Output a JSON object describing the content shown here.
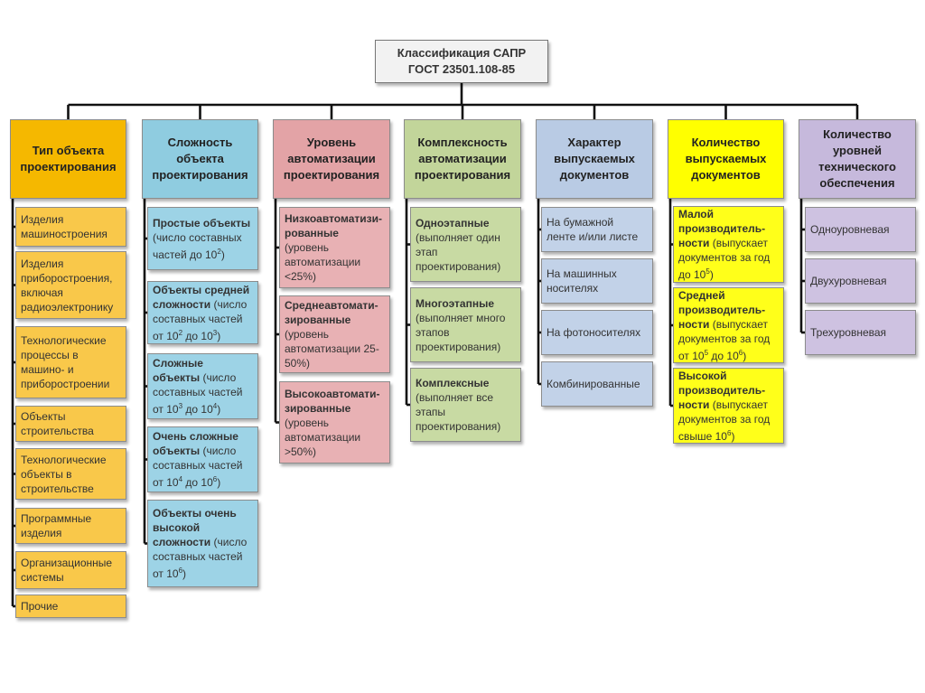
{
  "root": {
    "line1": "Классификация САПР",
    "line2": "ГОСТ 23501.108-85"
  },
  "columns": [
    {
      "header": "Тип объекта\nпроектирования",
      "items": [
        "Изделия\nмашиностроения",
        "Изделия\nприборостроения,\nвключая\nрадиоэлектронику",
        "Технологические\nпроцессы в\nмашино- и\nприборостроении",
        "Объекты\nстроительства",
        "Технологические\nобъекты в\nстроительстве",
        "Программные\nизделия",
        "Организационные\nсистемы",
        "Прочие"
      ]
    },
    {
      "header": "Сложность\nобъекта\nпроектирования",
      "items": [
        {
          "bold": "Простые объекты",
          "rest": " (число составных частей до 10",
          "sup": "2",
          "tail": ")"
        },
        {
          "bold": "Объекты средней сложности",
          "rest": " (число составных частей от 10",
          "sup": "2",
          "mid": " до 10",
          "sup2": "3",
          "tail": ")"
        },
        {
          "bold": "Сложные объекты",
          "rest": " (число составных частей от 10",
          "sup": "3",
          "mid": " до 10",
          "sup2": "4",
          "tail": ")"
        },
        {
          "bold": "Очень сложные объекты",
          "rest": " (число составных частей от 10",
          "sup": "4",
          "mid": " до 10",
          "sup2": "6",
          "tail": ")"
        },
        {
          "bold": "Объекты очень высокой сложности",
          "rest": " (число составных частей от 10",
          "sup": "6",
          "tail": ")"
        }
      ]
    },
    {
      "header": "Уровень\nавтоматизации\nпроектирования",
      "items": [
        {
          "bold": "Низкоавтоматизи-\nрованные",
          "rest": "\n(уровень автоматизации <25%)"
        },
        {
          "bold": "Среднеавтомати-\nзированные",
          "rest": "\n(уровень автоматизации 25-50%)"
        },
        {
          "bold": "Высокоавтомати-\nзированные",
          "rest": "\n(уровень автоматизации >50%)"
        }
      ]
    },
    {
      "header": "Комплексность\nавтоматизации\nпроектирования",
      "items": [
        {
          "bold": "Одноэтапные",
          "rest": "\n(выполняет один этап проектирования)"
        },
        {
          "bold": "Многоэтапные",
          "rest": "\n(выполняет много этапов проектирования)"
        },
        {
          "bold": "Комплексные",
          "rest": "\n(выполняет все этапы проектирования)"
        }
      ]
    },
    {
      "header": "Характер\nвыпускаемых\nдокументов",
      "items": [
        "На бумажной\nленте и/или листе",
        "На машинных\nносителях",
        "На фотоносителях",
        "Комбинированные"
      ]
    },
    {
      "header": "Количество\nвыпускаемых\nдокументов",
      "items": [
        {
          "bold": "Малой производитель-ности",
          "rest": " (выпускает документов за год до 10",
          "sup": "5",
          "tail": ")"
        },
        {
          "bold": "Средней производитель-ности",
          "rest": " (выпускает документов за год от 10",
          "sup": "5",
          "mid": " до 10",
          "sup2": "6",
          "tail": ")"
        },
        {
          "bold": "Высокой производитель-ности",
          "rest": " (выпускает документов за год свыше 10",
          "sup": "6",
          "tail": ")"
        }
      ]
    },
    {
      "header": "Количество\nуровней\nтехнического\nобеспечения",
      "items": [
        "Одноуровневая",
        "Двухуровневая",
        "Трехуровневая"
      ]
    }
  ]
}
